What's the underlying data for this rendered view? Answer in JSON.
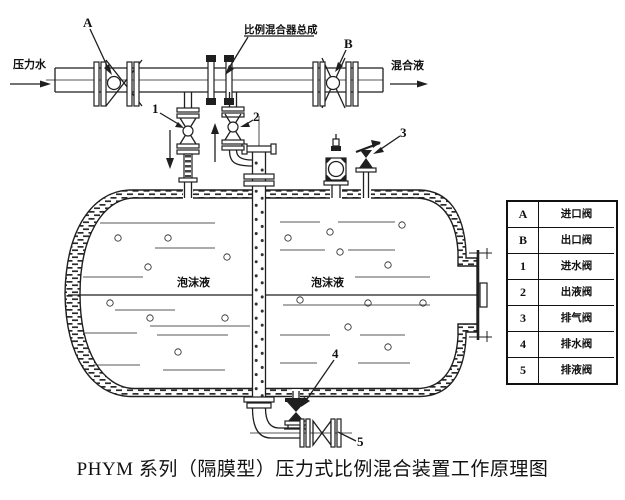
{
  "colors": {
    "line": "#1f1f1f",
    "background": "#ffffff"
  },
  "flow_labels": {
    "inlet": "压力水",
    "outlet": "混合液"
  },
  "component_labels": {
    "mixer_assembly": "比例混合器总成",
    "tank_content_left": "泡沫液",
    "tank_content_right": "泡沫液"
  },
  "valve_tags": {
    "a": "A",
    "b": "B",
    "n1": "1",
    "n2": "2",
    "n3": "3",
    "n4": "4",
    "n5": "5"
  },
  "legend": {
    "rows": [
      {
        "tag": "A",
        "name": "进口阀"
      },
      {
        "tag": "B",
        "name": "出口阀"
      },
      {
        "tag": "1",
        "name": "进水阀"
      },
      {
        "tag": "2",
        "name": "出液阀"
      },
      {
        "tag": "3",
        "name": "排气阀"
      },
      {
        "tag": "4",
        "name": "排水阀"
      },
      {
        "tag": "5",
        "name": "排液阀"
      }
    ]
  },
  "caption": "PHYM 系列（隔膜型）压力式比例混合装置工作原理图"
}
